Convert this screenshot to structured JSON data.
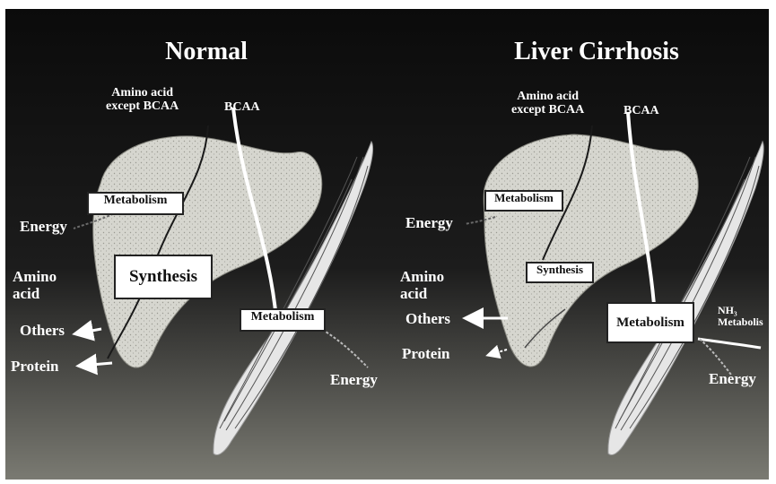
{
  "colors": {
    "background": "#0b0b0b",
    "liver": "#d9d9d2",
    "muscle": "#e6e6e6",
    "text": "#ffffff",
    "box_fill": "#ffffff"
  },
  "normal": {
    "title": "Normal",
    "amino_except": "Amino acid\nexcept BCAA",
    "bcaa": "BCAA",
    "energy_left": "Energy",
    "amino_acid": "Amino\nacid",
    "others": "Others",
    "protein": "Protein",
    "liver_metabolism": "Metabolism",
    "synthesis": "Synthesis",
    "muscle_metabolism": "Metabolism",
    "energy_right": "Energy"
  },
  "cirrhosis": {
    "title": "Liver Cirrhosis",
    "amino_except": "Amino acid\nexcept BCAA",
    "bcaa": "BCAA",
    "energy_left": "Energy",
    "amino_acid": "Amino\nacid",
    "others": "Others",
    "protein": "Protein",
    "liver_metabolism": "Metabolism",
    "synthesis": "Synthesis",
    "muscle_metabolism": "Metabolism",
    "nh3": "NH₃\nMetabolis",
    "energy_right": "Energy"
  }
}
